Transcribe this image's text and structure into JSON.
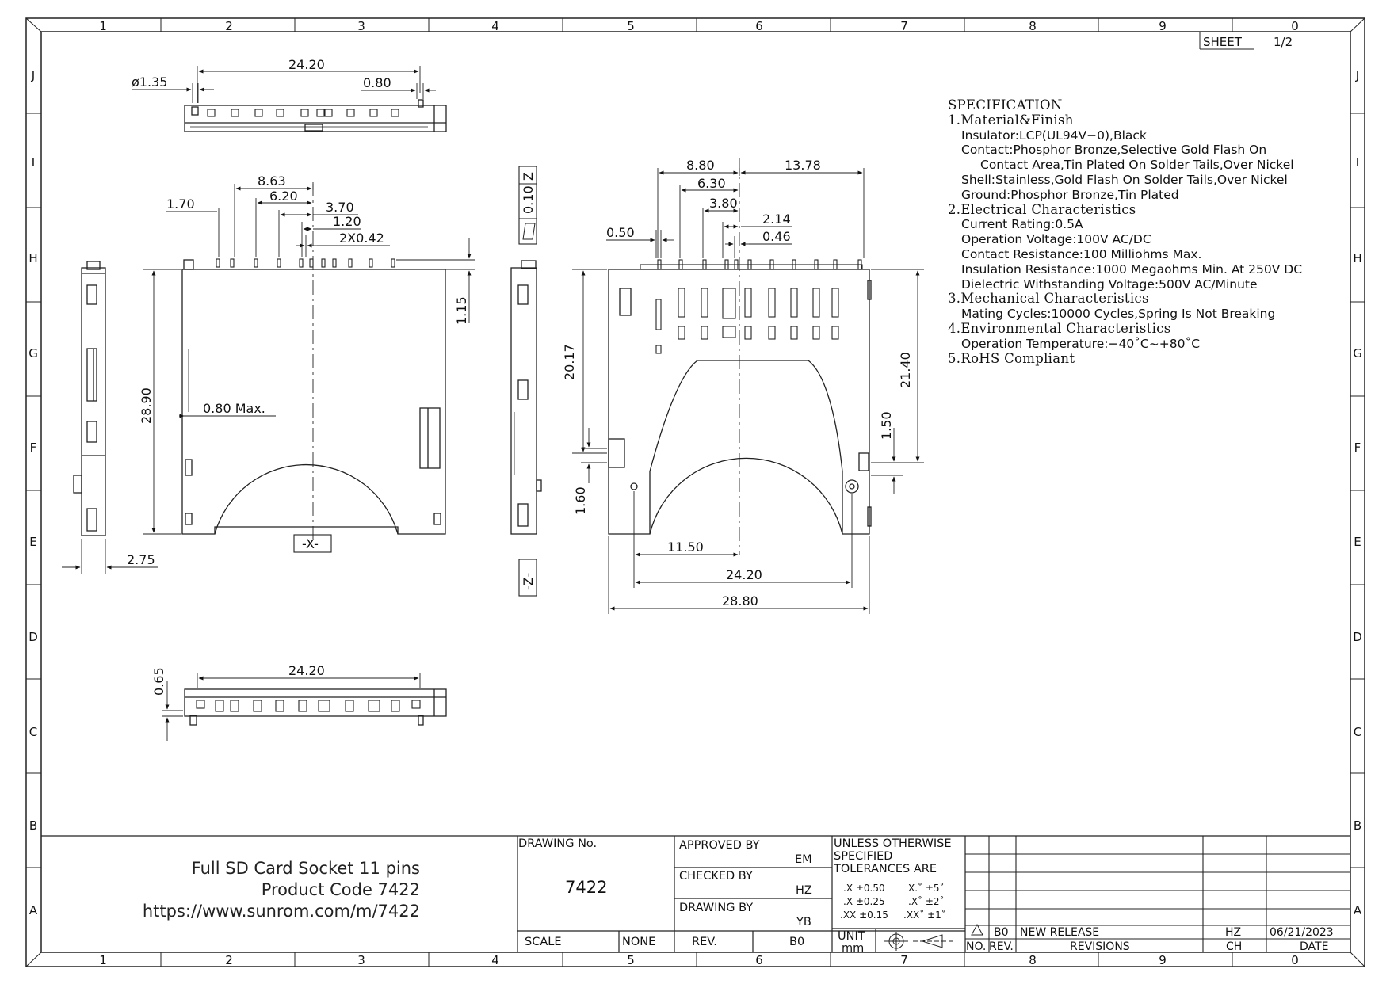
{
  "border": {
    "columns": [
      "1",
      "2",
      "3",
      "4",
      "5",
      "6",
      "7",
      "8",
      "9",
      "0"
    ],
    "rows": [
      "J",
      "I",
      "H",
      "G",
      "F",
      "E",
      "D",
      "C",
      "B",
      "A"
    ]
  },
  "sheet": {
    "label": "SHEET",
    "value": "1/2"
  },
  "dimensions": {
    "top_view": {
      "d_24_20": "24.20",
      "d_phi135": "ø1.35",
      "d_080": "0.80"
    },
    "front_view": {
      "d_863": "8.63",
      "d_620": "6.20",
      "d_170": "1.70",
      "d_370": "3.70",
      "d_120": "1.20",
      "d_2x042": "2X0.42",
      "d_115": "1.15",
      "d_2890": "28.90",
      "d_080max": "0.80 Max.",
      "d_275": "2.75",
      "datum_x": "-X-"
    },
    "side_view": {
      "flatness_tol": "0.10",
      "flatness_datum": "Z",
      "datum_z": "-Z-"
    },
    "right_view": {
      "d_880": "8.80",
      "d_1378": "13.78",
      "d_630": "6.30",
      "d_380": "3.80",
      "d_214": "2.14",
      "d_050": "0.50",
      "d_046": "0.46",
      "d_2017": "20.17",
      "d_2140": "21.40",
      "d_150": "1.50",
      "d_160": "1.60",
      "d_1150": "11.50",
      "d_2420": "24.20",
      "d_2880": "28.80"
    },
    "bottom_view": {
      "d_2420": "24.20",
      "d_065": "0.65"
    }
  },
  "specification": {
    "title": "SPECIFICATION",
    "sections": [
      {
        "heading": "1.Material&Finish",
        "lines": [
          {
            "text": "Insulator:LCP(UL94V−0),Black",
            "indent": 1
          },
          {
            "text": "Contact:Phosphor Bronze,Selective Gold Flash On",
            "indent": 1
          },
          {
            "text": "Contact Area,Tin Plated On Solder Tails,Over Nickel",
            "indent": 2
          },
          {
            "text": "Shell:Stainless,Gold Flash On Solder Tails,Over Nickel",
            "indent": 1
          },
          {
            "text": "Ground:Phosphor Bronze,Tin Plated",
            "indent": 1
          }
        ]
      },
      {
        "heading": "2.Electrical Characteristics",
        "lines": [
          {
            "text": "Current Rating:0.5A",
            "indent": 1
          },
          {
            "text": "Operation Voltage:100V AC/DC",
            "indent": 1
          },
          {
            "text": "Contact Resistance:100 Milliohms Max.",
            "indent": 1
          },
          {
            "text": "Insulation Resistance:1000 Megaohms Min. At 250V DC",
            "indent": 1
          },
          {
            "text": "Dielectric Withstanding Voltage:500V AC/Minute",
            "indent": 1
          }
        ]
      },
      {
        "heading": "3.Mechanical Characteristics",
        "lines": [
          {
            "text": "Mating Cycles:10000 Cycles,Spring Is Not Breaking",
            "indent": 1
          }
        ]
      },
      {
        "heading": "4.Environmental Characteristics",
        "lines": [
          {
            "text": "Operation Temperature:−40˚C~+80˚C",
            "indent": 1
          }
        ]
      },
      {
        "heading": "5.RoHS Compliant",
        "lines": []
      }
    ]
  },
  "title_block": {
    "product_name": "Full SD Card Socket 11 pins",
    "product_code": "Product Code 7422",
    "url": "https://www.sunrom.com/m/7422",
    "drawing_no_label": "DRAWING No.",
    "drawing_no": "7422",
    "scale_label": "SCALE",
    "scale_value": "NONE",
    "approved_label": "APPROVED BY",
    "approved_value": "EM",
    "checked_label": "CHECKED BY",
    "checked_value": "HZ",
    "drawn_label": "DRAWING BY",
    "drawn_value": "YB",
    "rev_label": "REV.",
    "rev_value": "B0",
    "tol_l1": "UNLESS OTHERWISE",
    "tol_l2": "SPECIFIED",
    "tol_l3": "TOLERANCES ARE",
    "tol_lin": [
      ".X ±0.50",
      ".X ±0.25",
      ".XX ±0.15"
    ],
    "tol_ang": [
      "X.˚ ±5˚",
      ".X˚ ±2˚",
      ".XX˚ ±1˚"
    ],
    "unit_label": "UNIT",
    "unit_value": "mm"
  },
  "revisions": {
    "headers": {
      "no": "NO.",
      "rev": "REV.",
      "revisions": "REVISIONS",
      "ch": "CH",
      "date": "DATE"
    },
    "entries": [
      {
        "no_icon": "revision-triangle-icon",
        "rev": "B0",
        "description": "NEW RELEASE",
        "ch": "HZ",
        "date": "06/21/2023"
      }
    ]
  }
}
